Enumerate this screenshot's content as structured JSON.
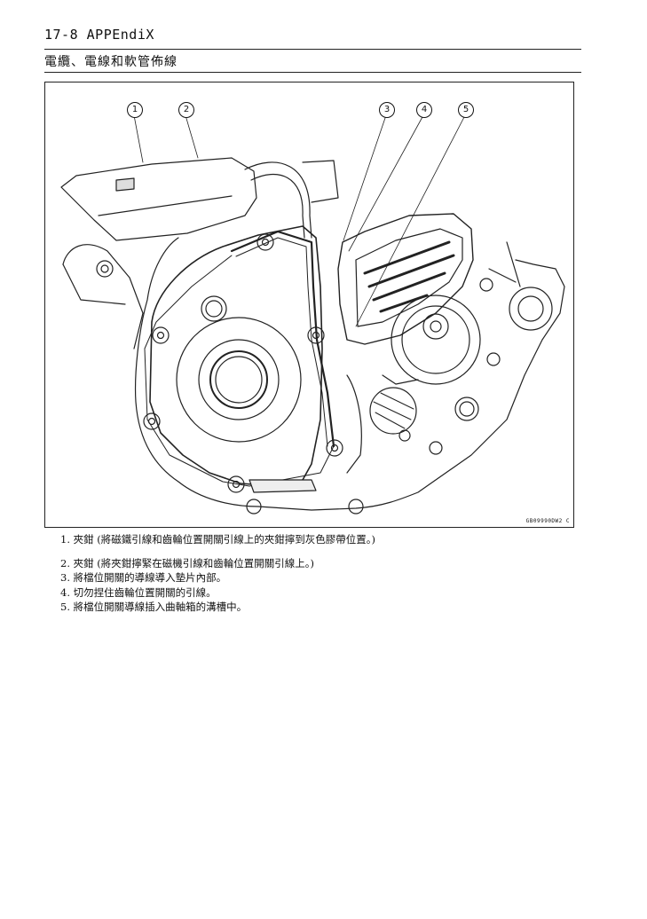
{
  "header": {
    "page_ref": "17-8 APPEndiX"
  },
  "section": {
    "title": "電纜、電線和軟管佈線"
  },
  "figure": {
    "code": "GB09990DW2 C",
    "callouts": [
      "1",
      "2",
      "3",
      "4",
      "5"
    ]
  },
  "notes": [
    "1. 夾鉗 (將磁鐵引線和齒輪位置開關引線上的夾鉗擰到灰色膠帶位置。)",
    "2. 夾鉗 (將夾鉗擰緊在磁機引線和齒輪位置開關引線上。)",
    "3. 將檔位開關的導線導入墊片內部。",
    "4. 切勿捏住齒輪位置開關的引線。",
    "5.  將檔位開關導線插入曲軸箱的溝槽中。"
  ]
}
